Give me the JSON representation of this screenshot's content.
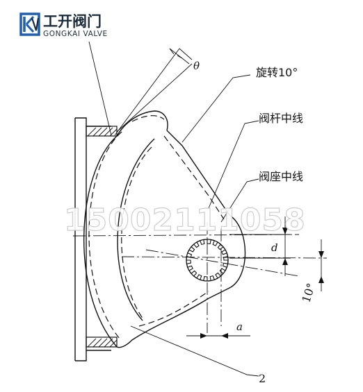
{
  "logo": {
    "brand_cn": "工开阀门",
    "brand_en": "GONGKAI VALVE",
    "mark_colors": {
      "blue": "#1f5fae",
      "dark": "#1a2a3a"
    }
  },
  "labels": {
    "rotate": "旋转10°",
    "stem_centerline": "阀杆中线",
    "seat_centerline": "阀座中线",
    "theta": "θ",
    "d": "d",
    "a": "a",
    "angle10": "10°",
    "part2": "2"
  },
  "watermark": "15002111058"
}
